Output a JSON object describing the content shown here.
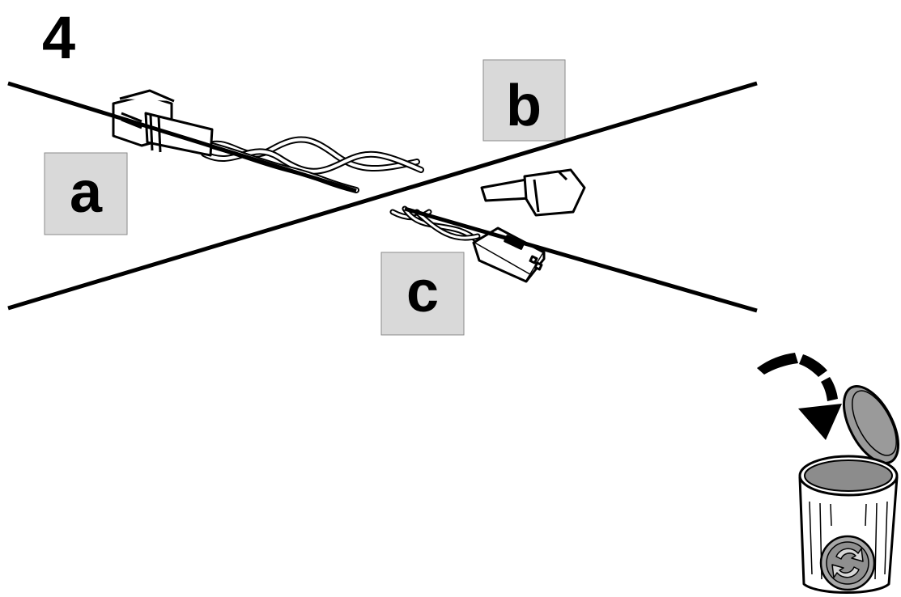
{
  "step": {
    "number": "4"
  },
  "labels": {
    "a": "a",
    "b": "b",
    "c": "c"
  },
  "icons": {
    "discard": "recycle-bin-icon",
    "arrow": "curved-arrow-icon"
  },
  "colors": {
    "ink": "#000000",
    "label_box": "#d9d9d9",
    "bin_lid": "#9a9a9a",
    "bin_inside": "#8c8c8c",
    "recycle_disc": "#a8a8a8"
  }
}
